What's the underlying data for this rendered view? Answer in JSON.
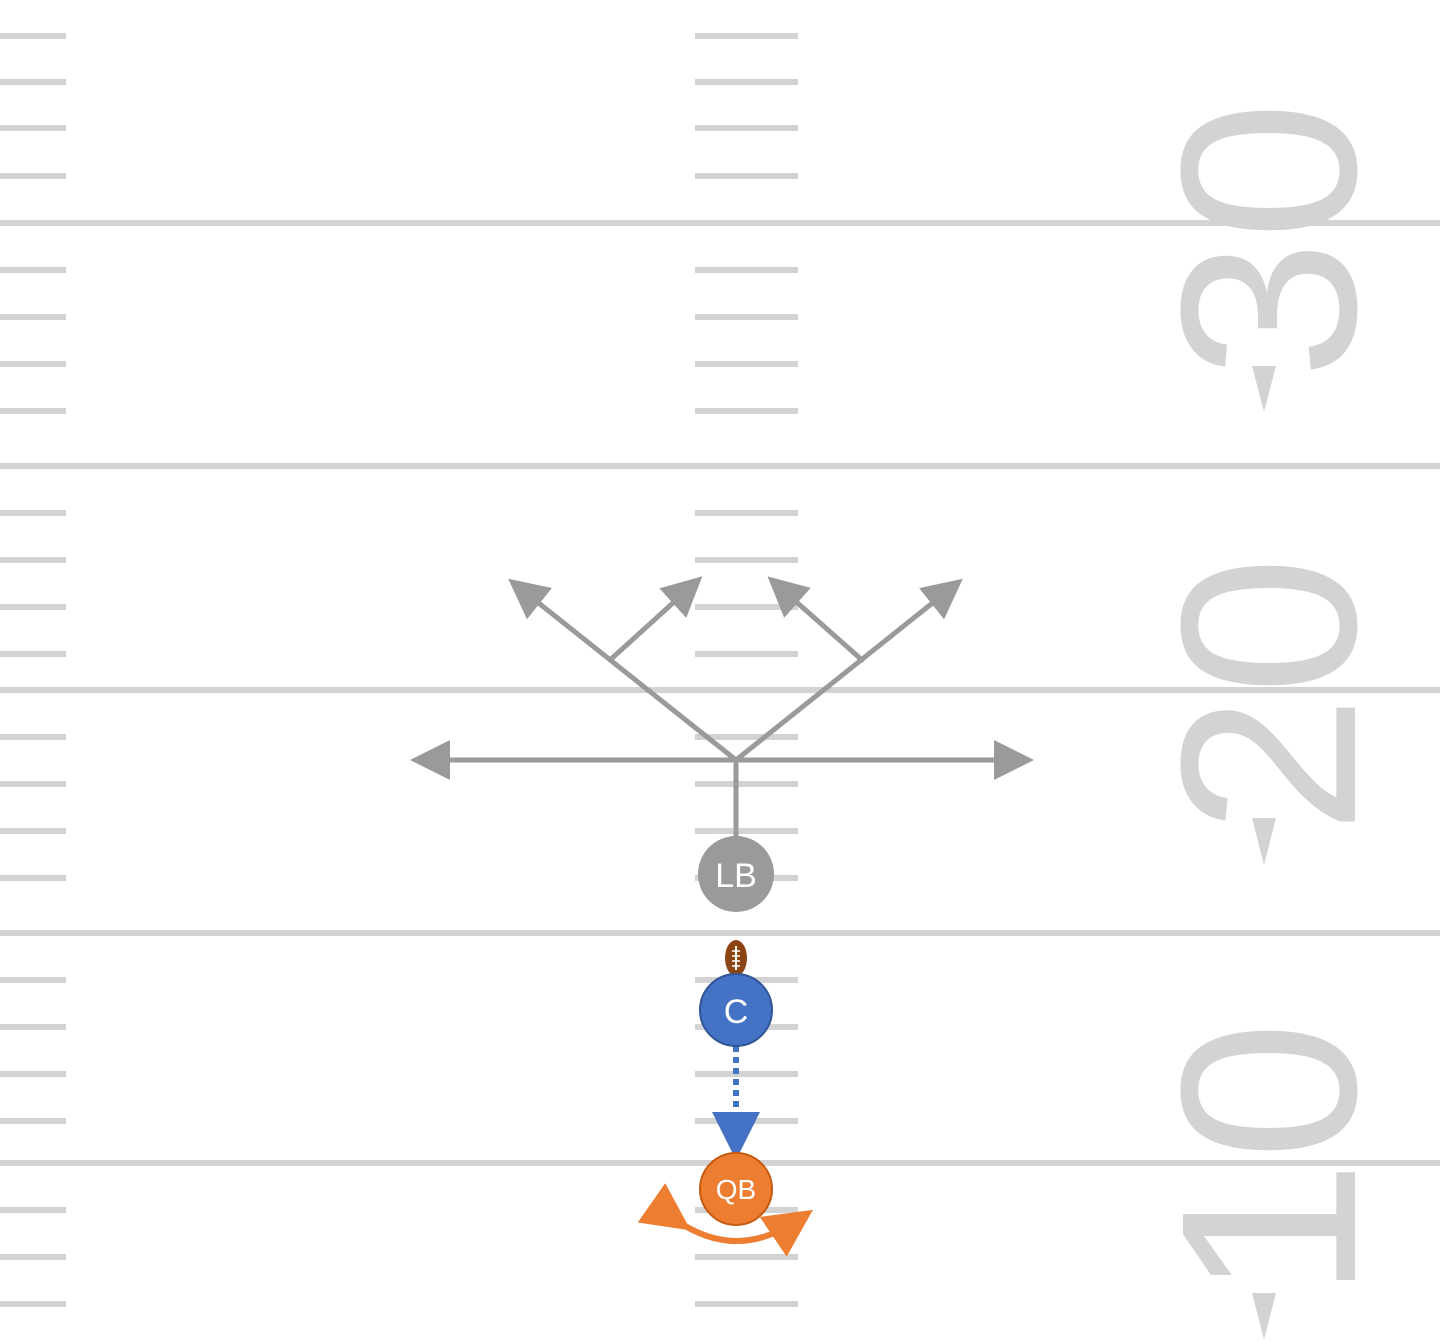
{
  "colors": {
    "field_lines": "#d3d3d3",
    "route_gray": "#9a9a9a",
    "linebacker": "#9a9a9a",
    "center": "#4472c4",
    "quarterback": "#ed7d31",
    "background": "#ffffff"
  },
  "yard_markers": [
    "30",
    "20",
    "10"
  ],
  "players": {
    "linebacker": {
      "label": "LB"
    },
    "center": {
      "label": "C"
    },
    "quarterback": {
      "label": "QB"
    }
  },
  "ball": {
    "icon": "football-icon"
  }
}
